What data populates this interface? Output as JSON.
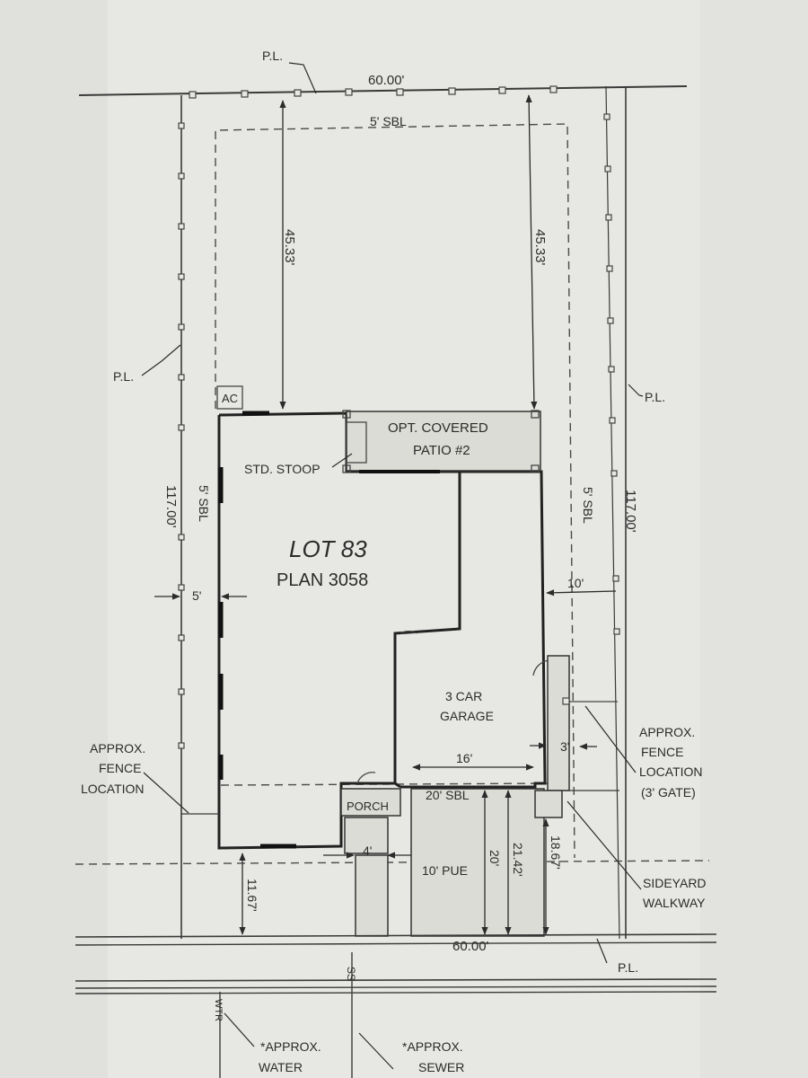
{
  "labels": {
    "pl": "P.L.",
    "lot_width": "60.00'",
    "rear_sbl": "5' SBL",
    "rear_setback": "45.33'",
    "ac": "AC",
    "patio_line1": "OPT. COVERED",
    "patio_line2": "PATIO #2",
    "stoop": "STD. STOOP",
    "side_sbl": "5' SBL",
    "lot_depth": "117.00'",
    "lot_title": "LOT 83",
    "plan": "PLAN 3058",
    "side_5": "5'",
    "side_10": "10'",
    "garage_line1": "3 CAR",
    "garage_line2": "GARAGE",
    "gate_gap": "3'",
    "garage_width": "16'",
    "fence_left_1": "APPROX.",
    "fence_left_2": "FENCE",
    "fence_left_3": "LOCATION",
    "fence_right_1": "APPROX.",
    "fence_right_2": "FENCE",
    "fence_right_3": "LOCATION",
    "fence_right_4": "(3' GATE)",
    "porch": "PORCH",
    "front_sbl": "20' SBL",
    "porch_walk": "4'",
    "pue": "10' PUE",
    "drive_20": "20'",
    "drive_2142": "21.42'",
    "walk_1867": "18.67'",
    "front_setback": "11.67'",
    "sideyard_1": "SIDEYARD",
    "sideyard_2": "WALKWAY",
    "ss": "SS",
    "wtr": "WTR",
    "water_1": "*APPROX.",
    "water_2": "WATER",
    "sewer_1": "*APPROX.",
    "sewer_2": "SEWER"
  }
}
